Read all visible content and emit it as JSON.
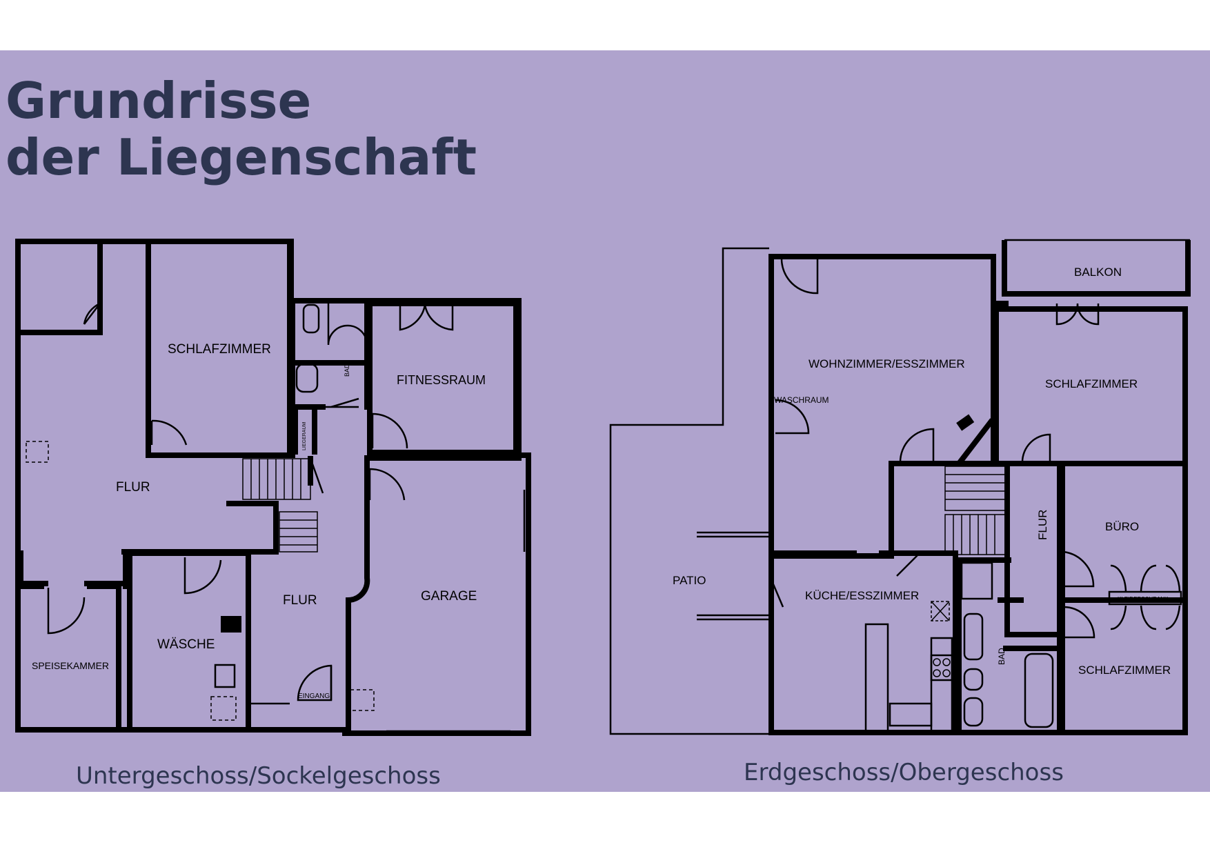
{
  "title": {
    "line1": "Grundrisse",
    "line2": "der Liegenschaft"
  },
  "floors": {
    "lower": {
      "caption": "Untergeschoss/Sockelgeschoss",
      "rooms": [
        "SCHLAFZIMMER",
        "FITNESSRAUM",
        "BAD",
        "LIEGERAUM",
        "FLUR",
        "FLUR",
        "GARAGE",
        "WÄSCHE",
        "SPEISEKAMMER",
        "EINGANG"
      ]
    },
    "upper": {
      "caption": "Erdgeschoss/Obergeschoss",
      "rooms": [
        "BALKON",
        "WOHNZIMMER/ESSZIMMER",
        "WASCHRAUM",
        "SCHLAFZIMMER",
        "FLUR",
        "BÜRO",
        "PATIO",
        "KÜCHE/ESSZIMMER",
        "KLEIDERSCHRANK",
        "BAD",
        "SCHLAFZIMMER"
      ]
    }
  },
  "colors": {
    "panel": "#afa3cd",
    "text": "#2d3550",
    "walls": "#000000"
  }
}
